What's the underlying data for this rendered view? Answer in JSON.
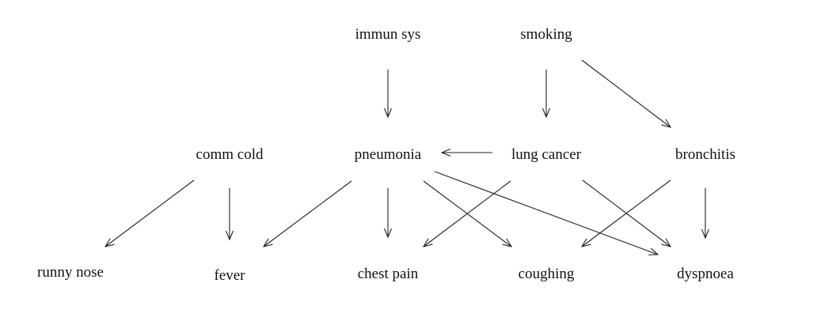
{
  "nodes": {
    "immun_sys": "immun sys",
    "smoking": "smoking",
    "comm_cold": "comm cold",
    "pneumonia": "pneumonia",
    "lung_cancer": "lung cancer",
    "bronchitis": "bronchitis",
    "runny_nose": "runny nose",
    "fever": "fever",
    "chest_pain": "chest pain",
    "coughing": "coughing",
    "dyspnoea": "dyspnoea"
  },
  "edges": [
    {
      "from": "immun_sys",
      "to": "pneumonia"
    },
    {
      "from": "smoking",
      "to": "lung_cancer"
    },
    {
      "from": "smoking",
      "to": "bronchitis"
    },
    {
      "from": "lung_cancer",
      "to": "pneumonia"
    },
    {
      "from": "comm_cold",
      "to": "runny_nose"
    },
    {
      "from": "comm_cold",
      "to": "fever"
    },
    {
      "from": "pneumonia",
      "to": "fever"
    },
    {
      "from": "pneumonia",
      "to": "chest_pain"
    },
    {
      "from": "pneumonia",
      "to": "coughing"
    },
    {
      "from": "pneumonia",
      "to": "dyspnoea"
    },
    {
      "from": "lung_cancer",
      "to": "chest_pain"
    },
    {
      "from": "lung_cancer",
      "to": "dyspnoea"
    },
    {
      "from": "bronchitis",
      "to": "coughing"
    },
    {
      "from": "bronchitis",
      "to": "dyspnoea"
    }
  ]
}
